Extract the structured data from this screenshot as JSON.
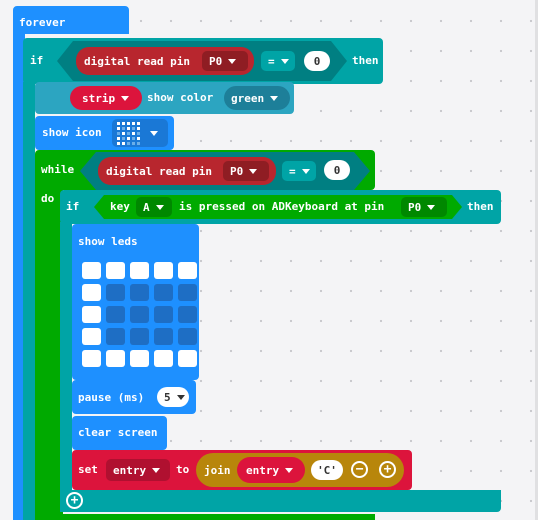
{
  "forever_label": "forever",
  "if_block": {
    "if_label": "if",
    "condition": {
      "read_label": "digital read pin",
      "pin": "P0",
      "operator": "=",
      "value": "0"
    },
    "then_label": "then"
  },
  "strip_block": {
    "strip_var": "strip",
    "show_color_label": "show color",
    "color": "green"
  },
  "show_icon_block": {
    "label": "show icon",
    "icon": "pattern-icon"
  },
  "while_block": {
    "while_label": "while",
    "do_label": "do",
    "condition": {
      "read_label": "digital read pin",
      "pin": "P0",
      "operator": "=",
      "value": "0"
    }
  },
  "inner_if": {
    "if_label": "if",
    "then_label": "then",
    "key_label": "key",
    "key_value": "A",
    "pressed_label": "is pressed on ADKeyboard at pin",
    "pin": "P0"
  },
  "show_leds": {
    "label": "show leds",
    "grid": [
      [
        1,
        1,
        1,
        1,
        1
      ],
      [
        1,
        0,
        0,
        0,
        0
      ],
      [
        1,
        0,
        0,
        0,
        0
      ],
      [
        1,
        0,
        0,
        0,
        0
      ],
      [
        1,
        1,
        1,
        1,
        1
      ]
    ]
  },
  "pause_block": {
    "label": "pause (ms)",
    "value": "5"
  },
  "clear_screen_label": "clear screen",
  "set_block": {
    "set_label": "set",
    "variable": "entry",
    "to_label": "to",
    "join_label": "join",
    "join_var": "entry",
    "string_value": "'C'"
  },
  "colors": {
    "basic_blue": "#1e90ff",
    "logic_teal": "#00a4a6",
    "pins_red": "#b8262e",
    "neopixel_teal": "#2ca5c1",
    "loops_green": "#00aa00",
    "input_magenta": "#d400d4",
    "variables_red": "#dc143c",
    "text_gold": "#b8860b"
  }
}
